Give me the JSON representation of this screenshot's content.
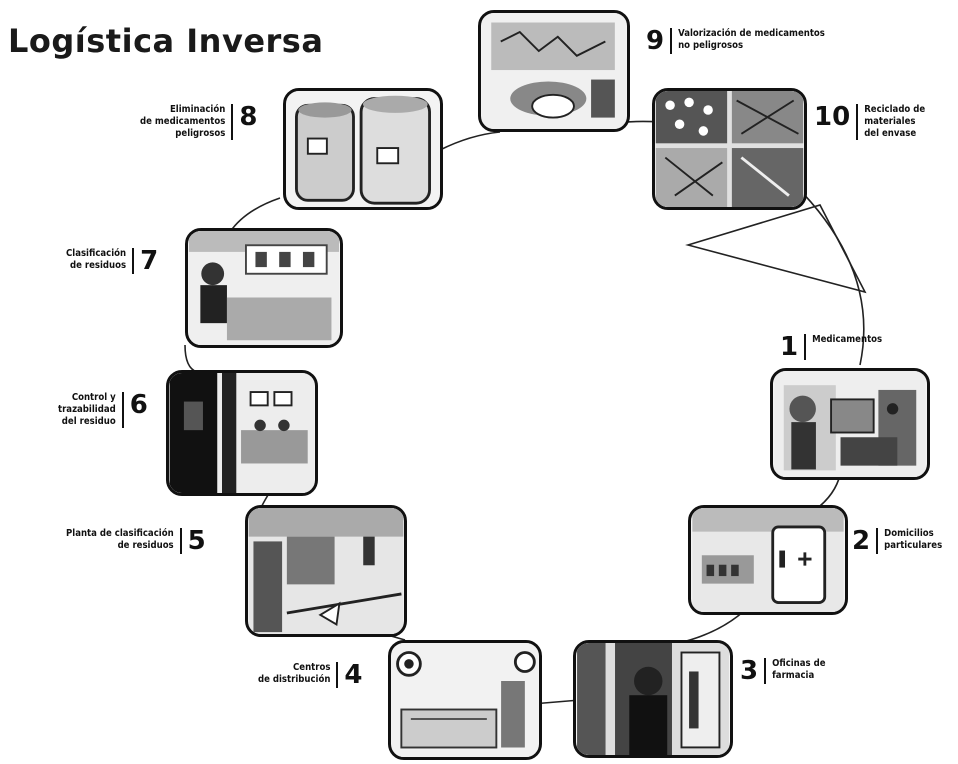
{
  "title": "Logística Inversa",
  "steps": [
    {
      "number": "1",
      "line1": "Medicamentos",
      "line2": "",
      "line3": "",
      "icon": "laboratory-production-photo"
    },
    {
      "number": "2",
      "line1": "Domicilios",
      "line2": "particulares",
      "line3": "",
      "icon": "home-medicine-cabinet-photo"
    },
    {
      "number": "3",
      "line1": "Oficinas de",
      "line2": "farmacia",
      "line3": "",
      "icon": "pharmacy-photo"
    },
    {
      "number": "4",
      "line1": "Centros",
      "line2": "de distribución",
      "line3": "",
      "icon": "distribution-center-photo"
    },
    {
      "number": "5",
      "line1": "Planta de clasificación",
      "line2": "de residuos",
      "line3": "",
      "icon": "sorting-plant-photo"
    },
    {
      "number": "6",
      "line1": "Control y",
      "line2": "trazabilidad",
      "line3": "del residuo",
      "icon": "waste-control-photo"
    },
    {
      "number": "7",
      "line1": "Clasificación",
      "line2": "de residuos",
      "line3": "",
      "icon": "waste-classification-photo"
    },
    {
      "number": "8",
      "line1": "Eliminación",
      "line2": "de medicamentos",
      "line3": "peligrosos",
      "icon": "hazardous-bins-photo"
    },
    {
      "number": "9",
      "line1": "Valorización de medicamentos",
      "line2": "no peligrosos",
      "line3": "",
      "icon": "valorization-photo"
    },
    {
      "number": "10",
      "line1": "Reciclado de",
      "line2": "materiales",
      "line3": "del envase",
      "icon": "recycling-materials-photo"
    }
  ]
}
